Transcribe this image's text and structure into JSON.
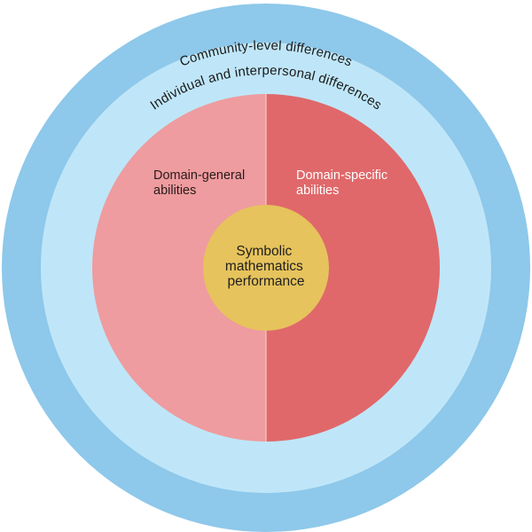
{
  "colors": {
    "outer_ring": "#8ec8ea",
    "inner_ring": "#bfe6f8",
    "domain_general_fill": "#ee9c9f",
    "domain_specific_fill": "#e0686a",
    "core_fill": "#e6c35c",
    "divider": "#f6d6d6",
    "ring_text": "#1a1a1a",
    "domain_general_text": "#2a1a1a",
    "domain_specific_text": "#ffffff",
    "core_text": "#1f1f1f"
  },
  "rings": {
    "outer_label": "Community-level differences",
    "inner_label": "Individual and interpersonal differences"
  },
  "halves": {
    "left": {
      "line1": "Domain-general",
      "line2": "abilities"
    },
    "right": {
      "line1": "Domain-specific",
      "line2": "abilities"
    }
  },
  "core": {
    "line1": "Symbolic",
    "line2": "mathematics",
    "line3": "performance"
  }
}
